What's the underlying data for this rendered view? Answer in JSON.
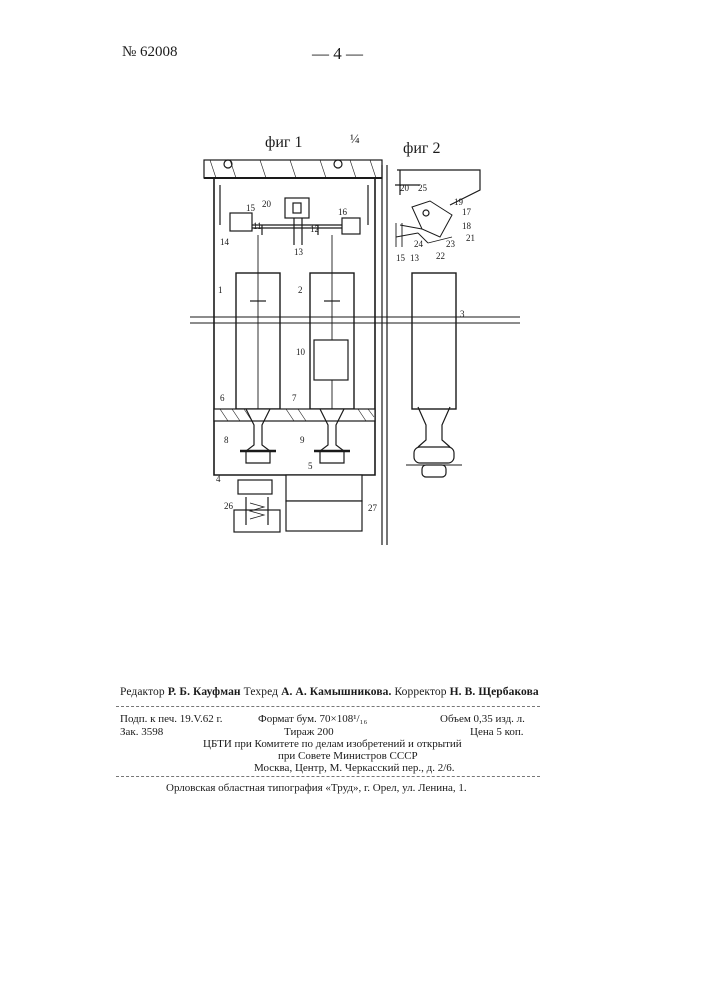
{
  "header": {
    "patent_number": "№ 62008",
    "page_number": "— 4 —"
  },
  "figure": {
    "fig1_label": "фиг 1",
    "fig1_scale": "¼",
    "fig2_label": "фиг 2",
    "fig1_numbers": [
      "1",
      "2",
      "4",
      "5",
      "6",
      "7",
      "8",
      "9",
      "10",
      "11",
      "12",
      "13",
      "14",
      "15",
      "16",
      "20",
      "26",
      "27"
    ],
    "fig2_numbers": [
      "3",
      "13",
      "15",
      "17",
      "18",
      "19",
      "20",
      "21",
      "22",
      "23",
      "24",
      "25"
    ]
  },
  "credits": {
    "editor_label": "Редактор",
    "editor_name": "Р. Б. Кауфман",
    "techred_label": "Техред",
    "techred_name": "А. А. Камышникова.",
    "corrector_label": "Корректор",
    "corrector_name": "Н. В. Щербакова"
  },
  "publication": {
    "signed": "Подп. к печ. 19.V.62 г.",
    "format": "Формат бум. 70×108¹/₁₆",
    "volume": "Объем 0,35 изд. л.",
    "order": "Зак. 3598",
    "circulation": "Тираж 200",
    "price": "Цена 5 коп.",
    "org_line1": "ЦБТИ при Комитете по делам изобретений и открытий",
    "org_line2": "при Совете Министров СССР",
    "address": "Москва, Центр, М. Черкасский пер., д. 2/6.",
    "printer": "Орловская областная типография «Труд», г. Орел, ул. Ленина, 1."
  }
}
